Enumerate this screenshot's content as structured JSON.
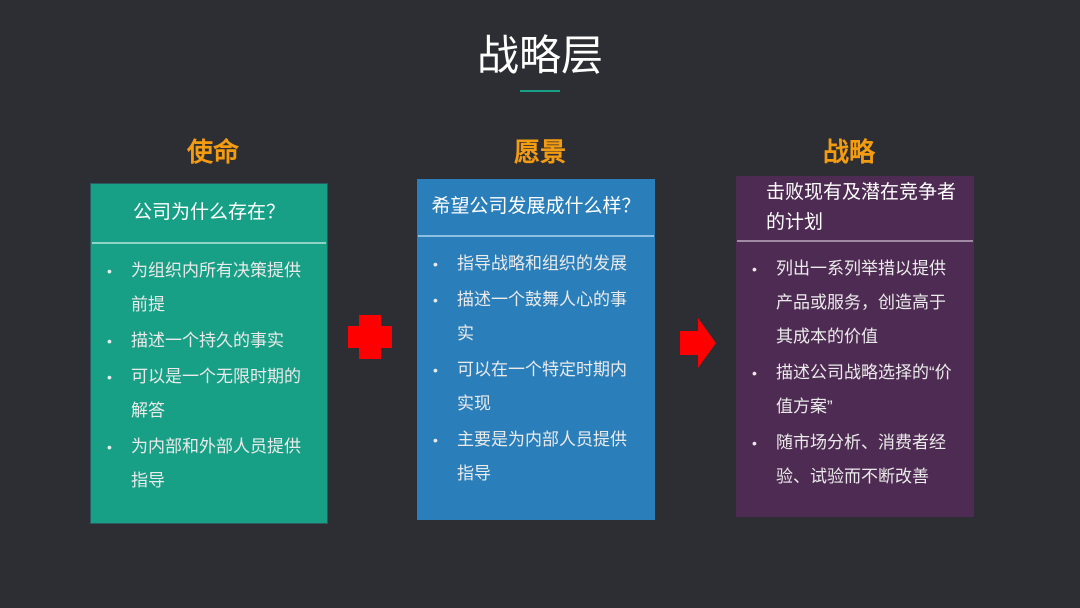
{
  "title": "战略层",
  "colors": {
    "accent_orange": "#f39c12",
    "green": "#17a085",
    "blue": "#2a7fba",
    "purple": "#4e2b52",
    "connector_red": "#ff0000"
  },
  "columns": [
    {
      "heading": "使命",
      "question": "公司为什么存在？",
      "items": [
        "为组织内所有决策提供前提",
        "描述一个持久的事实",
        "可以是一个无限时期的解答",
        "为内部和外部人员提供指导"
      ]
    },
    {
      "heading": "愿景",
      "question": "希望公司发展成什么样？",
      "items": [
        "指导战略和组织的发展",
        " 描述一个鼓舞人心的事实",
        " 可以在一个特定时期内实现",
        " 主要是为内部人员提供指导"
      ]
    },
    {
      "heading": "战略",
      "question": "击败现有及潜在竞争者的计划",
      "items": [
        "列出一系列举措以提供产品或服务，创造高于其成本的价值",
        "描述公司战略选择的“价值方案”",
        "随市场分析、消费者经验、试验而不断改善"
      ]
    }
  ],
  "connectors": [
    "plus-icon",
    "arrow-right-icon"
  ]
}
